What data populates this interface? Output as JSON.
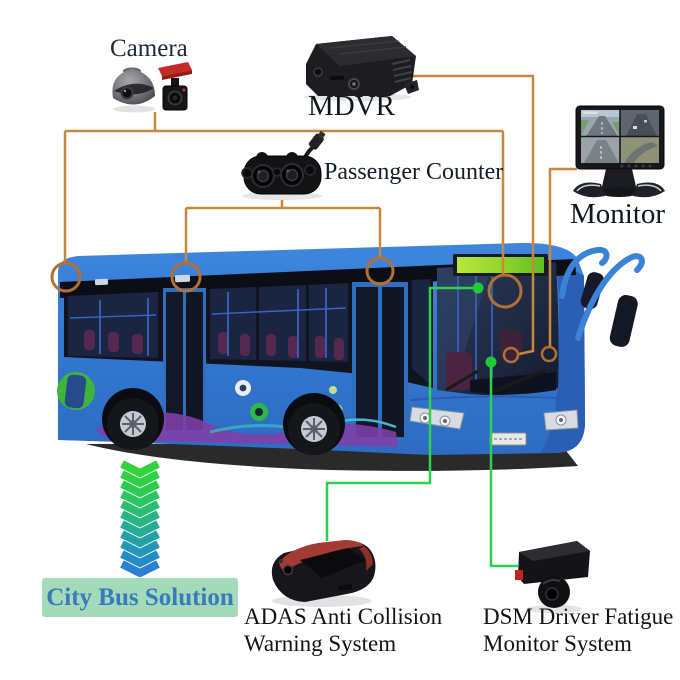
{
  "banner": {
    "label": "City Bus Solution",
    "bg_color": "#a3dab9",
    "text_color": "#3a79bb"
  },
  "labels": {
    "camera": "Camera",
    "mdvr": "MDVR",
    "passenger_counter": "Passenger Counter",
    "monitor": "Monitor",
    "adas_line1": "ADAS Anti Collision",
    "adas_line2": "Warning System",
    "dsm_line1": "DSM Driver Fatigue",
    "dsm_line2": "Monitor System"
  },
  "components": [
    {
      "id": "camera",
      "label": "Camera",
      "icon": "dome-camera-and-mini-camera-icon",
      "connects_to": [
        "bus-roof-rear",
        "bus-front-door-area"
      ],
      "line_color": "#c8873f"
    },
    {
      "id": "mdvr",
      "label": "MDVR",
      "icon": "dvr-box-icon",
      "connects_to": [
        "bus-dashboard-left"
      ],
      "line_color": "#c8873f"
    },
    {
      "id": "passenger_counter",
      "label": "Passenger Counter",
      "icon": "counter-sensor-icon",
      "connects_to": [
        "bus-rear-door-top",
        "bus-front-door-top"
      ],
      "line_color": "#c8873f"
    },
    {
      "id": "monitor",
      "label": "Monitor",
      "icon": "quad-view-monitor-icon",
      "connects_to": [
        "bus-dashboard-right"
      ],
      "line_color": "#c8873f"
    },
    {
      "id": "adas",
      "label": "ADAS Anti Collision Warning System",
      "icon": "adas-camera-icon",
      "connects_to": [
        "bus-windshield-upper"
      ],
      "line_color": "#2ed04e"
    },
    {
      "id": "dsm",
      "label": "DSM Driver Fatigue Monitor System",
      "icon": "dsm-camera-icon",
      "connects_to": [
        "bus-windshield-lower"
      ],
      "line_color": "#2ed04e"
    }
  ],
  "colors": {
    "connector_orange": "#c8873f",
    "marker_ring": "#b46f32",
    "connector_green": "#2ed04e",
    "bus_blue": "#3277d0",
    "destination_sign_green": "#9ede32",
    "arrow_gradient_top": "#31d43c",
    "arrow_gradient_bottom": "#2b80d2"
  }
}
